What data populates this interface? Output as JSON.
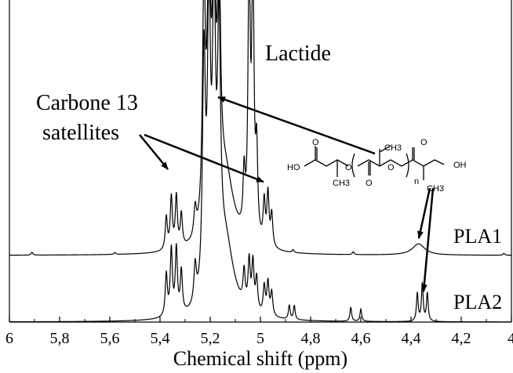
{
  "chart_data": {
    "type": "line",
    "title": "",
    "xlabel": "Chemical shift (ppm)",
    "ylabel": "",
    "xlim": [
      6,
      4
    ],
    "x_reversed": true,
    "grid": false,
    "x_ticks": [
      "6",
      "5,8",
      "5,6",
      "5,4",
      "5,2",
      "5",
      "4,8",
      "4,6",
      "4,4",
      "4,2",
      "4"
    ],
    "series": [
      {
        "name": "PLA1",
        "baseline_ppm": [
          6,
          4
        ],
        "peaks": [
          {
            "ppm": 5.91,
            "height": 0.03,
            "width": 0.004
          },
          {
            "ppm": 5.58,
            "height": 0.02,
            "width": 0.004
          },
          {
            "ppm": 5.375,
            "height": 0.35,
            "width": 0.005
          },
          {
            "ppm": 5.355,
            "height": 0.55,
            "width": 0.005
          },
          {
            "ppm": 5.335,
            "height": 0.55,
            "width": 0.005
          },
          {
            "ppm": 5.315,
            "height": 0.35,
            "width": 0.005
          },
          {
            "ppm": 5.26,
            "height": 0.3,
            "width": 0.006
          },
          {
            "ppm": 5.225,
            "height": 2.5,
            "width": 0.007
          },
          {
            "ppm": 5.205,
            "height": 3.0,
            "width": 0.007
          },
          {
            "ppm": 5.185,
            "height": 3.0,
            "width": 0.007
          },
          {
            "ppm": 5.165,
            "height": 2.5,
            "width": 0.007
          },
          {
            "ppm": 5.14,
            "height": 0.8,
            "width": 0.04
          },
          {
            "ppm": 5.065,
            "height": 0.6,
            "width": 0.005
          },
          {
            "ppm": 5.045,
            "height": 3.0,
            "width": 0.005
          },
          {
            "ppm": 5.03,
            "height": 3.0,
            "width": 0.005
          },
          {
            "ppm": 5.015,
            "height": 0.9,
            "width": 0.005
          },
          {
            "ppm": 4.985,
            "height": 0.45,
            "width": 0.005
          },
          {
            "ppm": 4.97,
            "height": 0.55,
            "width": 0.005
          },
          {
            "ppm": 4.955,
            "height": 0.35,
            "width": 0.005
          },
          {
            "ppm": 4.87,
            "height": 0.03,
            "width": 0.004
          },
          {
            "ppm": 4.63,
            "height": 0.03,
            "width": 0.004
          },
          {
            "ppm": 4.37,
            "height": 0.12,
            "width": 0.03
          },
          {
            "ppm": 4.03,
            "height": 0.02,
            "width": 0.004
          }
        ]
      },
      {
        "name": "PLA2",
        "baseline_ppm": [
          6,
          4
        ],
        "peaks": [
          {
            "ppm": 5.375,
            "height": 0.45,
            "width": 0.005
          },
          {
            "ppm": 5.355,
            "height": 0.7,
            "width": 0.005
          },
          {
            "ppm": 5.335,
            "height": 0.7,
            "width": 0.005
          },
          {
            "ppm": 5.315,
            "height": 0.45,
            "width": 0.005
          },
          {
            "ppm": 5.26,
            "height": 0.4,
            "width": 0.006
          },
          {
            "ppm": 5.225,
            "height": 2.5,
            "width": 0.007
          },
          {
            "ppm": 5.205,
            "height": 3.0,
            "width": 0.007
          },
          {
            "ppm": 5.185,
            "height": 3.0,
            "width": 0.007
          },
          {
            "ppm": 5.165,
            "height": 2.5,
            "width": 0.007
          },
          {
            "ppm": 5.14,
            "height": 0.8,
            "width": 0.04
          },
          {
            "ppm": 5.065,
            "height": 0.35,
            "width": 0.005
          },
          {
            "ppm": 5.045,
            "height": 0.5,
            "width": 0.005
          },
          {
            "ppm": 5.03,
            "height": 0.5,
            "width": 0.005
          },
          {
            "ppm": 5.015,
            "height": 0.35,
            "width": 0.005
          },
          {
            "ppm": 4.985,
            "height": 0.3,
            "width": 0.005
          },
          {
            "ppm": 4.97,
            "height": 0.35,
            "width": 0.005
          },
          {
            "ppm": 4.955,
            "height": 0.25,
            "width": 0.005
          },
          {
            "ppm": 4.885,
            "height": 0.15,
            "width": 0.004
          },
          {
            "ppm": 4.865,
            "height": 0.15,
            "width": 0.004
          },
          {
            "ppm": 4.64,
            "height": 0.15,
            "width": 0.004
          },
          {
            "ppm": 4.6,
            "height": 0.13,
            "width": 0.004
          },
          {
            "ppm": 4.375,
            "height": 0.3,
            "width": 0.004
          },
          {
            "ppm": 4.355,
            "height": 0.4,
            "width": 0.004
          },
          {
            "ppm": 4.335,
            "height": 0.3,
            "width": 0.004
          }
        ]
      }
    ],
    "annotations": [
      {
        "text": "Lactide",
        "points_to_ppm": [
          5.21,
          5.04
        ]
      },
      {
        "text_lines": [
          "Carbone 13",
          "satellites"
        ],
        "points_to_ppm": [
          5.35,
          4.97
        ]
      }
    ],
    "structure_labels": {
      "ho_left": "HO",
      "o": "O",
      "ch3": "CH3",
      "n": "n",
      "oh_right": "OH"
    }
  }
}
